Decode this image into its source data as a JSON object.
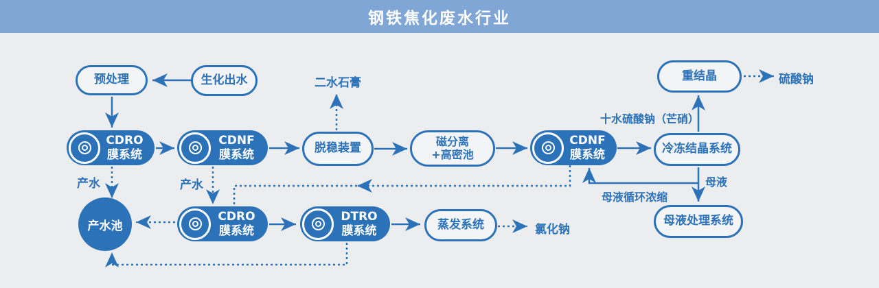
{
  "header": {
    "title": "钢铁焦化废水行业"
  },
  "colors": {
    "primary_blue": "#2C72B8",
    "header_blue": "#7FA6D4",
    "background_gray": "#ECEDEE",
    "node_fill_light": "#F3F4F6",
    "white": "#FFFFFF"
  },
  "nodes": {
    "pretreatment": {
      "label": "预处理"
    },
    "biochemical_effluent": {
      "label": "生化出水"
    },
    "cdro_1": {
      "line1": "CDRO",
      "line2": "膜系统"
    },
    "cdnf_1": {
      "line1": "CDNF",
      "line2": "膜系统"
    },
    "destabilization": {
      "label": "脱稳装置"
    },
    "magnetic_separation": {
      "line1": "磁分离",
      "line2": "+高密池"
    },
    "cdnf_2": {
      "line1": "CDNF",
      "line2": "膜系统"
    },
    "freeze_crystallization": {
      "label": "冷冻结晶系统"
    },
    "recrystallization": {
      "label": "重结晶"
    },
    "product_water_pool": {
      "label": "产水池"
    },
    "cdro_2": {
      "line1": "CDRO",
      "line2": "膜系统"
    },
    "dtro": {
      "line1": "DTRO",
      "line2": "膜系统"
    },
    "evaporation": {
      "label": "蒸发系统"
    },
    "mother_liquor_treatment": {
      "label": "母液处理系统"
    }
  },
  "outputs": {
    "gypsum": "二水石膏",
    "sodium_sulfate": "硫酸钠",
    "sodium_chloride": "氯化钠"
  },
  "edge_labels": {
    "product_water_1": "产水",
    "product_water_2": "产水",
    "glauber_salt": "十水硫酸钠（芒硝）",
    "mother_liquor": "母液",
    "mother_liquor_recycle": "母液循环浓缩"
  },
  "icons": {
    "membrane": "concentric-circles-icon"
  }
}
